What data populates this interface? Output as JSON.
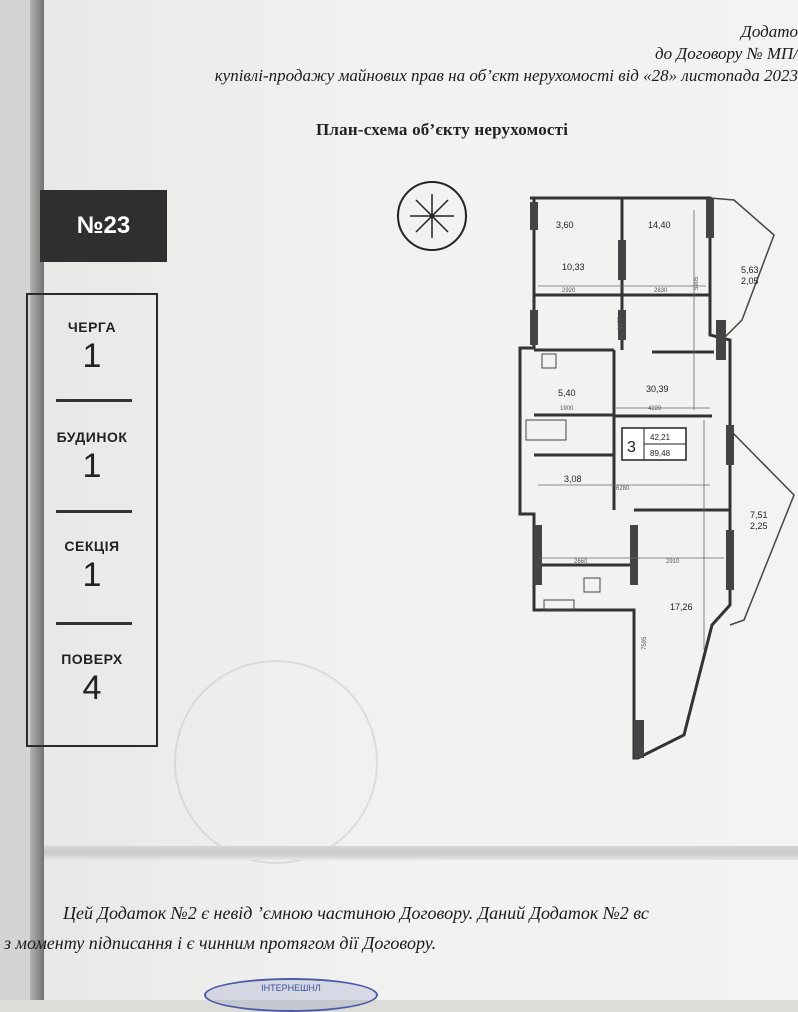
{
  "header": {
    "line1": "Додато",
    "line2": "до Договору № МП/",
    "line3": "купівлі-продажу майнових прав на об’єкт нерухомості від «28» листопада 2023"
  },
  "plan_title": "План-схема об’єкту нерухомості",
  "badge": "№23",
  "info": {
    "queue_label": "ЧЕРГА",
    "queue_value": "1",
    "building_label": "БУДИНОК",
    "building_value": "1",
    "section_label": "СЕКЦІЯ",
    "section_value": "1",
    "floor_label": "ПОВЕРХ",
    "floor_value": "4"
  },
  "floorplan": {
    "rooms_count": "3",
    "living_area": "42,21",
    "total_area": "89,48",
    "room_areas": {
      "r1": "3,60",
      "r2": "14,40",
      "r3": "10,33",
      "balcony1_a": "5,63",
      "balcony1_b": "2,05",
      "r5": "5,40",
      "r6": "30,39",
      "r7": "3,08",
      "balcony2_a": "7,51",
      "balcony2_b": "2,25",
      "r9": "17,26"
    },
    "dims": {
      "d1": "2920",
      "d2": "2830",
      "d3": "3175",
      "d4": "1900",
      "d5": "4220",
      "d6": "6280",
      "d7": "2660",
      "d8": "2910",
      "d9": "7595",
      "d10": "5905"
    }
  },
  "footer": {
    "line1": "Цей Додаток №2 є невід ’ємною частиною Договору. Даний Додаток №2 вс",
    "line2": "з моменту підписання і є чинним протягом дії Договору."
  },
  "stamp_text": "ІНТЕРНЕШНЛ"
}
